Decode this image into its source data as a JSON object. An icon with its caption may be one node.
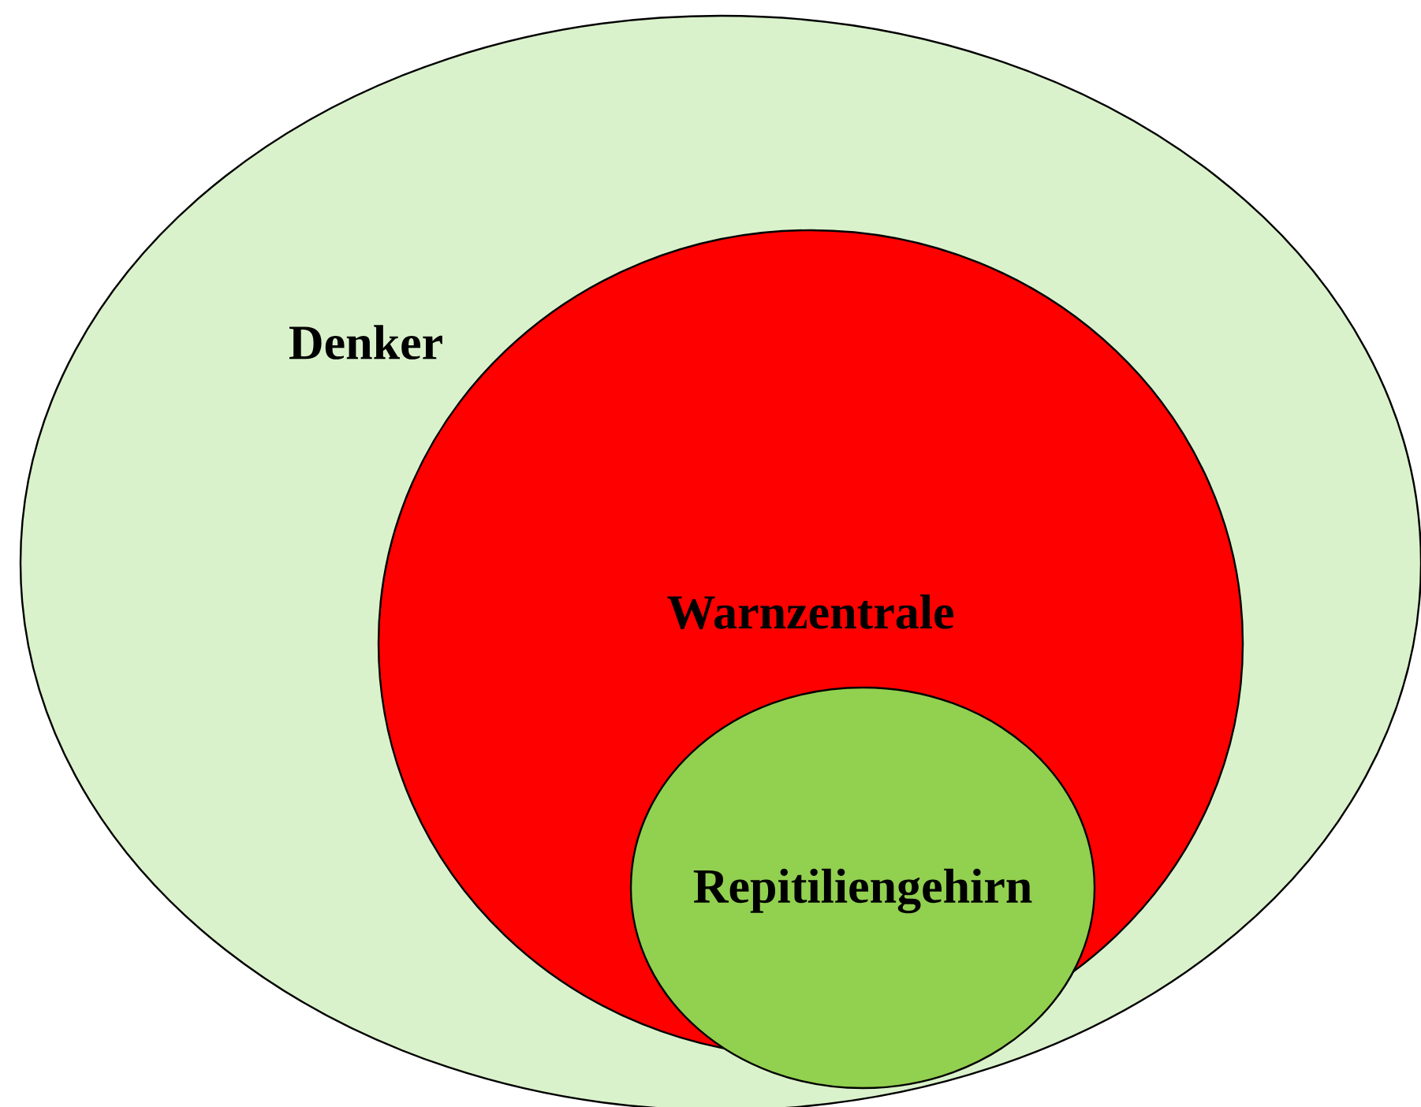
{
  "diagram": {
    "nodes": [
      {
        "text": [
          "Denker"
        ]
      },
      {
        "text": [
          "Warnzentrale"
        ],
        "in": 0
      },
      {
        "text": [
          "Repitiliengehirn"
        ],
        "in": 0
      }
    ]
  }
}
